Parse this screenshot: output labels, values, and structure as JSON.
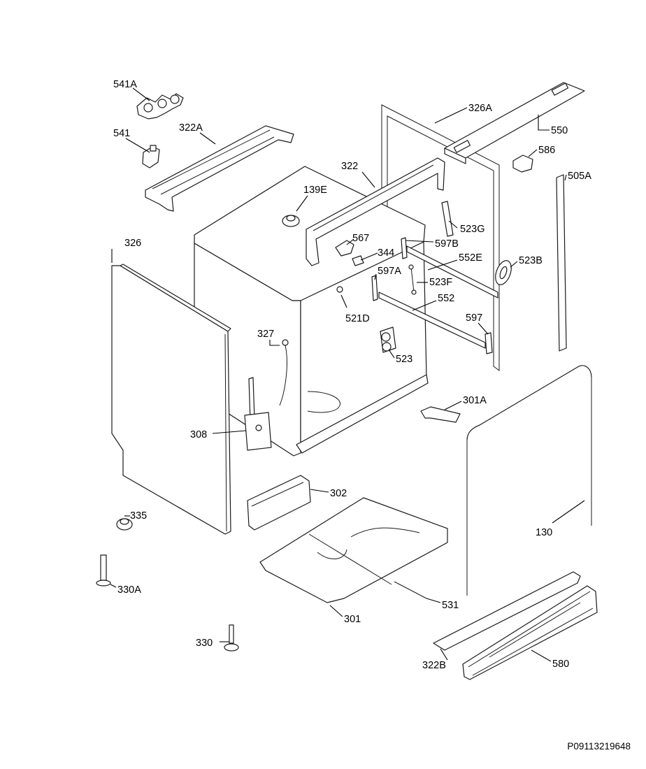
{
  "labels": {
    "l541A": "541A",
    "l541": "541",
    "l322A": "322A",
    "l326A": "326A",
    "l550": "550",
    "l586": "586",
    "l505A": "505A",
    "l322": "322",
    "l139E": "139E",
    "l523G": "523G",
    "l567": "567",
    "l597B": "597B",
    "l344": "344",
    "l552E": "552E",
    "l523B": "523B",
    "l597A": "597A",
    "l523F": "523F",
    "l326": "326",
    "l552": "552",
    "l521D": "521D",
    "l597": "597",
    "l327": "327",
    "l523": "523",
    "l301A": "301A",
    "l308": "308",
    "l302": "302",
    "l130": "130",
    "l335": "335",
    "l330A": "330A",
    "l531": "531",
    "l301": "301",
    "l330": "330",
    "l322B": "322B",
    "l580": "580"
  },
  "drawing_code": "P09113219648"
}
